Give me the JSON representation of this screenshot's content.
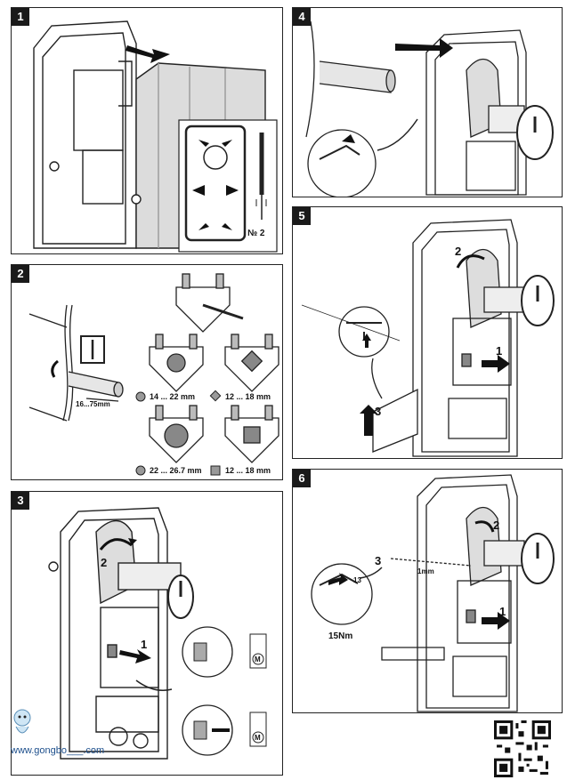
{
  "panels": {
    "p1": {
      "number": "1",
      "screwdriver_label": "№ 2"
    },
    "p2": {
      "number": "2",
      "shaft_length": "16...75mm",
      "spec_round_a": "14 ... 22 mm",
      "spec_square_a": "12 ... 18 mm",
      "spec_round_b": "22 ... 26.7 mm",
      "spec_square_b": "12 ... 18 mm"
    },
    "p3": {
      "number": "3",
      "step_1": "1",
      "step_2": "2",
      "mode_a": "M",
      "mode_b": "M"
    },
    "p4": {
      "number": "4"
    },
    "p5": {
      "number": "5",
      "step_1": "1",
      "step_2": "2",
      "step_3": "3"
    },
    "p6": {
      "number": "6",
      "step_1": "1",
      "step_2": "2",
      "step_3": "3",
      "gap": "1mm",
      "size": "13",
      "torque": "15Nm"
    }
  },
  "footer": {
    "watermark": "www.gongbo___.com"
  },
  "colors": {
    "line": "#222222",
    "grey": "#b8b8b8",
    "dark": "#333333",
    "accent": "#1d4f8c"
  }
}
